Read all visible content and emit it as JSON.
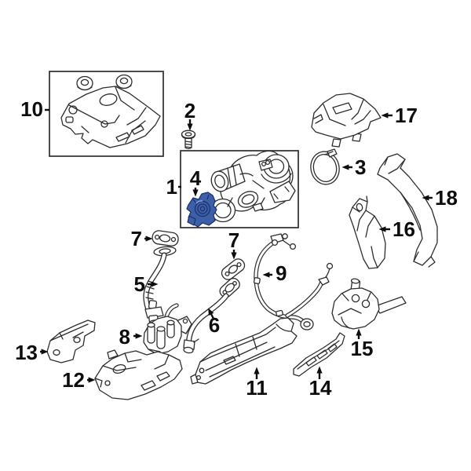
{
  "diagram": {
    "background": "#ffffff",
    "line_color": "#2d2d2d",
    "callout_color": "#0d0d0d",
    "highlight": {
      "fill": "#3c5fa8",
      "stroke": "#1b2f6e",
      "accent": "#96abdd"
    },
    "callouts": {
      "c1": "1",
      "c2": "2",
      "c3": "3",
      "c4": "4",
      "c5": "5",
      "c6": "6",
      "c7a": "7",
      "c7b": "7",
      "c8": "8",
      "c9": "9",
      "c10": "10",
      "c11": "11",
      "c12": "12",
      "c13": "13",
      "c14": "14",
      "c15": "15",
      "c16": "16",
      "c17": "17",
      "c18": "18"
    }
  }
}
